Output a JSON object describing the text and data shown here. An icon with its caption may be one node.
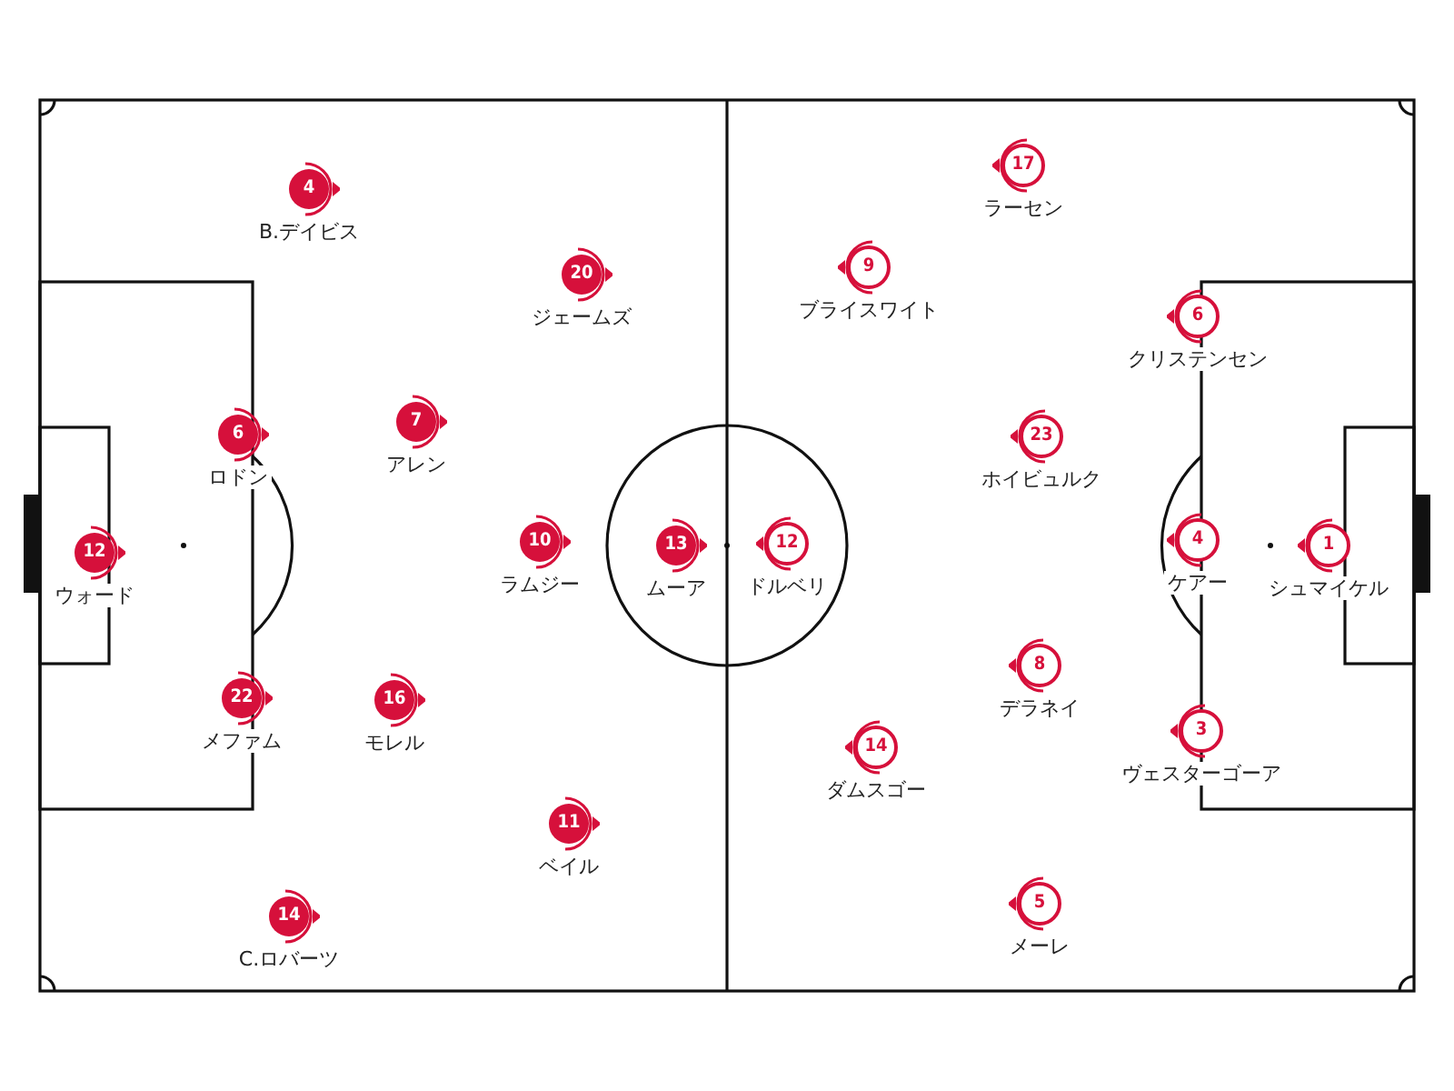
{
  "diagram": {
    "nodes": [
      {
        "text": [
          "4"
        ],
        "beside": [
          "B.デイビス"
        ]
      },
      {
        "text": [
          "20"
        ],
        "beside": [
          "ジェームズ"
        ]
      },
      {
        "text": [
          "6"
        ],
        "beside": [
          "ロドン"
        ]
      },
      {
        "text": [
          "7"
        ],
        "beside": [
          "アレン"
        ]
      },
      {
        "text": [
          "12"
        ],
        "beside": [
          "ウォード"
        ]
      },
      {
        "text": [
          "10"
        ],
        "beside": [
          "ラムジー"
        ]
      },
      {
        "text": [
          "13"
        ],
        "beside": [
          "ムーア"
        ]
      },
      {
        "text": [
          "22"
        ],
        "beside": [
          "メファム"
        ]
      },
      {
        "text": [
          "16"
        ],
        "beside": [
          "モレル"
        ]
      },
      {
        "text": [
          "11"
        ],
        "beside": [
          "ベイル"
        ]
      },
      {
        "text": [
          "14"
        ],
        "beside": [
          "C.ロバーツ"
        ]
      },
      {
        "text": [
          "17"
        ],
        "beside": [
          "ラーセン"
        ]
      },
      {
        "text": [
          "9"
        ],
        "beside": [
          "ブライスワイト"
        ]
      },
      {
        "text": [
          "6"
        ],
        "beside": [
          "クリステンセン"
        ]
      },
      {
        "text": [
          "23"
        ],
        "beside": [
          "ホイビュルク"
        ]
      },
      {
        "text": [
          "12"
        ],
        "beside": [
          "ドルベリ"
        ]
      },
      {
        "text": [
          "4"
        ],
        "beside": [
          "ケアー"
        ]
      },
      {
        "text": [
          "1"
        ],
        "beside": [
          "シュマイケル"
        ]
      },
      {
        "text": [
          "8"
        ],
        "beside": [
          "デラネイ"
        ]
      },
      {
        "text": [
          "3"
        ],
        "beside": [
          "ヴェスターゴーア"
        ]
      },
      {
        "text": [
          "14"
        ],
        "beside": [
          "ダムスゴー"
        ]
      },
      {
        "text": [
          "5"
        ],
        "beside": [
          "メーレ"
        ]
      }
    ]
  }
}
